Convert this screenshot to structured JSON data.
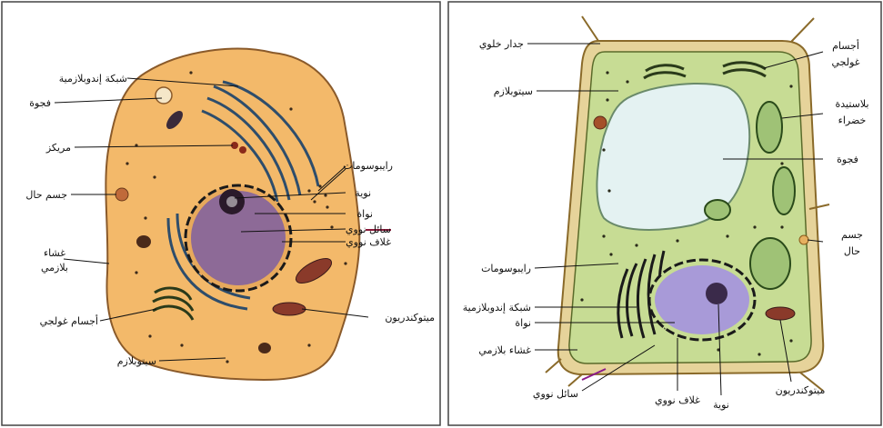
{
  "animal_cell": {
    "labels": {
      "endoplasmic_reticulum": "شبكة إندوبلازمية",
      "vacuole": "فجوة",
      "centrosome": "مريكز",
      "ribosomes": "رايبوسومات",
      "nucleolus": "نوية",
      "nucleus": "نواة",
      "nucleoplasm": "سائل نووي",
      "nuclear_envelope": "غلاف نووي",
      "lysosome": "جسم حال",
      "plasma_membrane_line1": "غشاء",
      "plasma_membrane_line2": "بلازمي",
      "golgi": "أجسام غولجي",
      "mitochondrion": "ميتوكندريون",
      "cytoplasm": "سيتوبلازم"
    }
  },
  "plant_cell": {
    "labels": {
      "cell_wall": "جدار خلوي",
      "cytoplasm": "سيتوبلازم",
      "golgi_line1": "أجسام",
      "golgi_line2": "غولجي",
      "chloroplast_line1": "بلاستيدة",
      "chloroplast_line2": "خضراء",
      "vacuole": "فجوة",
      "lysosome_line1": "جسم",
      "lysosome_line2": "حال",
      "ribosomes": "رايبوسومات",
      "endoplasmic_reticulum": "شبكة إندوبلازمية",
      "nucleus": "نواة",
      "plasma_membrane": "غشاء بلازمي",
      "nucleoplasm": "سائل نووي",
      "nuclear_envelope": "غلاف نووي",
      "nucleolus": "نوية",
      "mitochondrion": "ميتوكندريون"
    }
  },
  "colors": {
    "animal_cytoplasm": "#f3b96a",
    "animal_membrane": "#8a5a2a",
    "nucleus": "#8d6a97",
    "er": "#2e4d6b",
    "plant_cytoplasm": "#c7dc94",
    "plant_wall": "#e6d39a",
    "plant_vacuole": "#e4f2f2",
    "chloroplast": "#9fc276",
    "mitochondrion": "#8a3a2a"
  }
}
